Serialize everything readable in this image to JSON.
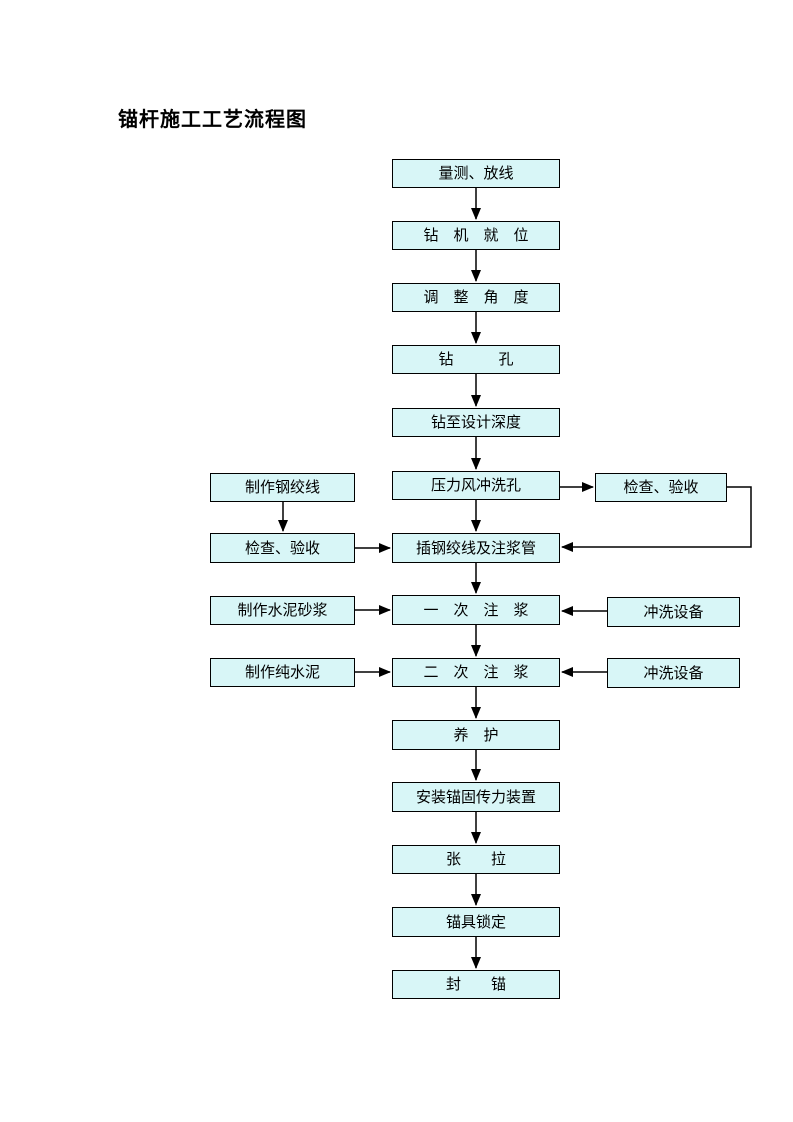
{
  "title": "锚杆施工工艺流程图",
  "colors": {
    "page_background": "#ffffff",
    "box_fill": "#d8f6f7",
    "box_border": "#000000",
    "arrow": "#000000",
    "title_color": "#000000"
  },
  "flowchart": {
    "main_steps": [
      "量测、放线",
      "钻　机　就　位",
      "调　整　角　度",
      "钻　　　孔",
      "钻至设计深度",
      "压力风冲洗孔",
      "插钢绞线及注浆管",
      "一　次　注　浆",
      "二　次　注　浆",
      "养　护",
      "安装锚固传力装置",
      "张　　拉",
      "锚具锁定",
      "封　　锚"
    ],
    "left_boxes": [
      "制作钢绞线",
      "检查、验收",
      "制作水泥砂浆",
      "制作纯水泥"
    ],
    "right_boxes": [
      "检查、验收",
      "冲洗设备",
      "冲洗设备"
    ]
  }
}
